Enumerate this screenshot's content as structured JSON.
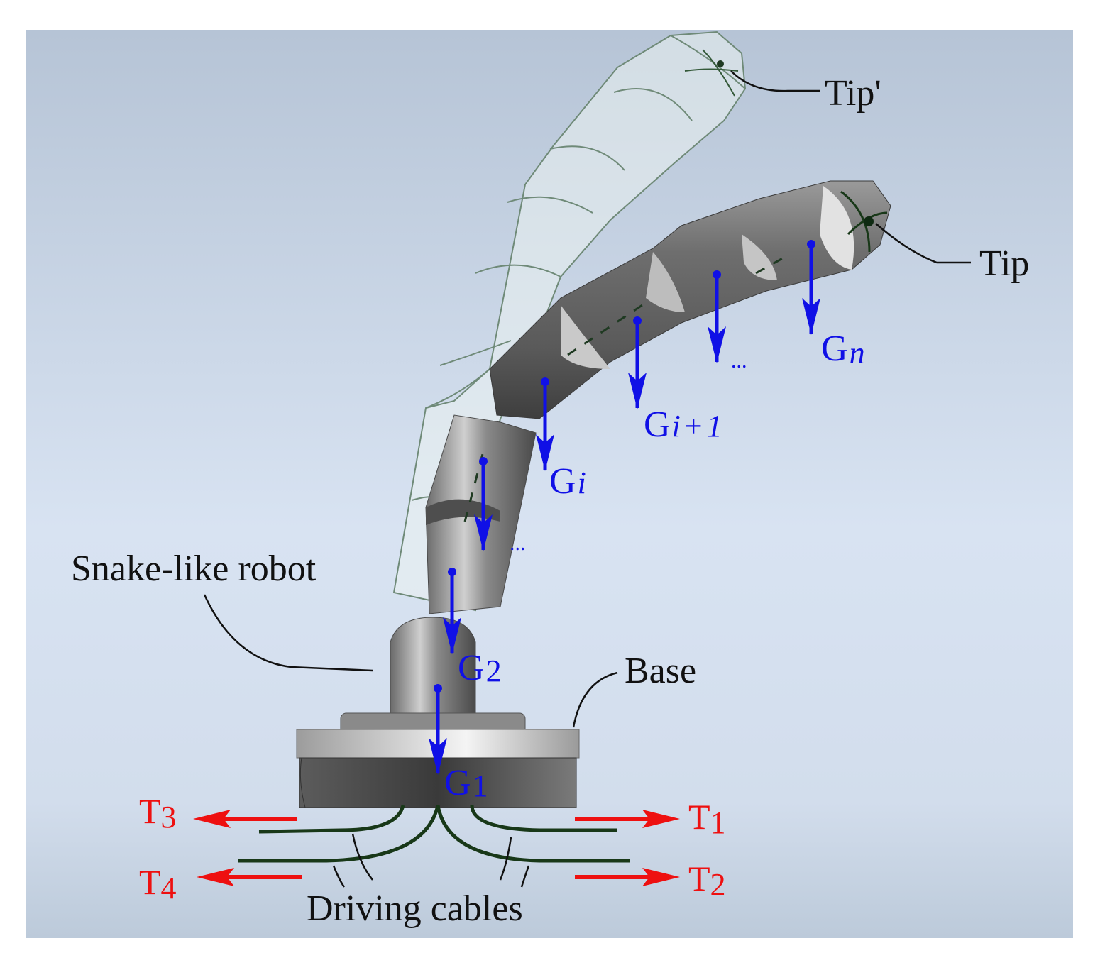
{
  "labels": {
    "tip_ghost": "Tip'",
    "tip": "Tip",
    "snake_robot": "Snake-like robot",
    "base": "Base",
    "driving_cables": "Driving cables",
    "ellipsis_upper": "...",
    "ellipsis_lower": "..."
  },
  "gravity": [
    {
      "letter": "G",
      "sub": "n",
      "sub_italic": true
    },
    {
      "letter": "G",
      "sub": "i",
      "sub_italic": true,
      "rest": "+",
      "rest2": "1"
    },
    {
      "letter": "G",
      "sub": "i",
      "sub_italic": true
    },
    {
      "letter": "G",
      "sub": "2",
      "sub_italic": false
    },
    {
      "letter": "G",
      "sub": "1",
      "sub_italic": false
    }
  ],
  "tensions": [
    {
      "letter": "T",
      "sub": "1"
    },
    {
      "letter": "T",
      "sub": "2"
    },
    {
      "letter": "T",
      "sub": "3"
    },
    {
      "letter": "T",
      "sub": "4"
    }
  ],
  "colors": {
    "gravity_arrow": "#1010e6",
    "tension_arrow": "#ee1010",
    "cable": "#183818",
    "background_top": "#b8c6d8",
    "background_mid": "#d6e2f1"
  }
}
